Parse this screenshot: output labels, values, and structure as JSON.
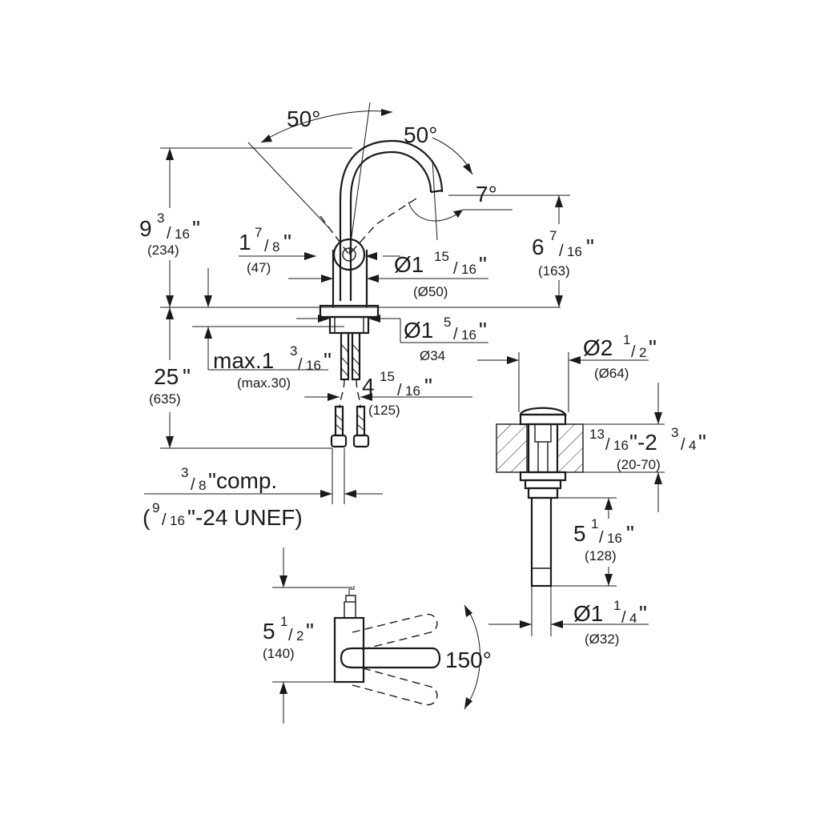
{
  "labels": {
    "angle_top": "50°",
    "angle_right": "50°",
    "angle_tilt": "7°",
    "angle_handle": "150°",
    "height_total_whole": "9",
    "height_total_num": "3",
    "height_total_den": "16",
    "height_total_mm": "(234)",
    "spout_offset_whole": "1",
    "spout_offset_num": "7",
    "spout_offset_den": "8",
    "spout_offset_mm": "(47)",
    "spout_height_whole": "6",
    "spout_height_num": "7",
    "spout_height_den": "16",
    "spout_height_mm": "(163)",
    "body_dia_whole": "Ø1",
    "body_dia_num": "15",
    "body_dia_den": "16",
    "body_dia_mm": "(Ø50)",
    "base_dia_whole": "Ø1",
    "base_dia_num": "5",
    "base_dia_den": "16",
    "base_dia_mm": "Ø34",
    "max_thick_whole": "max.1",
    "max_thick_num": "3",
    "max_thick_den": "16",
    "max_thick_mm": "(max.30)",
    "hose_length_whole": "25",
    "hose_length_mm": "(635)",
    "shank_spacing_whole": "4",
    "shank_spacing_num": "15",
    "shank_spacing_den": "16",
    "shank_spacing_mm": "(125)",
    "comp_num": "3",
    "comp_den": "8",
    "comp_text": "\"comp.",
    "unef_open": "(",
    "unef_num": "9",
    "unef_den": "16",
    "unef_text": "\"-24 UNEF)",
    "drain_dia_whole": "Ø2",
    "drain_dia_num": "1",
    "drain_dia_den": "2",
    "drain_dia_mm": "(Ø64)",
    "counter_num": "13",
    "counter_den": "16",
    "counter_mid": "\"-2",
    "counter_num2": "3",
    "counter_den2": "4",
    "counter_mm": "(20-70)",
    "tail_length_whole": "5",
    "tail_length_num": "1",
    "tail_length_den": "16",
    "tail_length_mm": "(128)",
    "tail_dia_whole": "Ø1",
    "tail_dia_num": "1",
    "tail_dia_den": "4",
    "tail_dia_mm": "(Ø32)",
    "handle_height_whole": "5",
    "handle_height_num": "1",
    "handle_height_den": "2",
    "handle_height_mm": "(140)",
    "inch_mark": "\"",
    "slash": "/"
  },
  "colors": {
    "ink": "#1a1a1a",
    "paper": "#ffffff"
  }
}
